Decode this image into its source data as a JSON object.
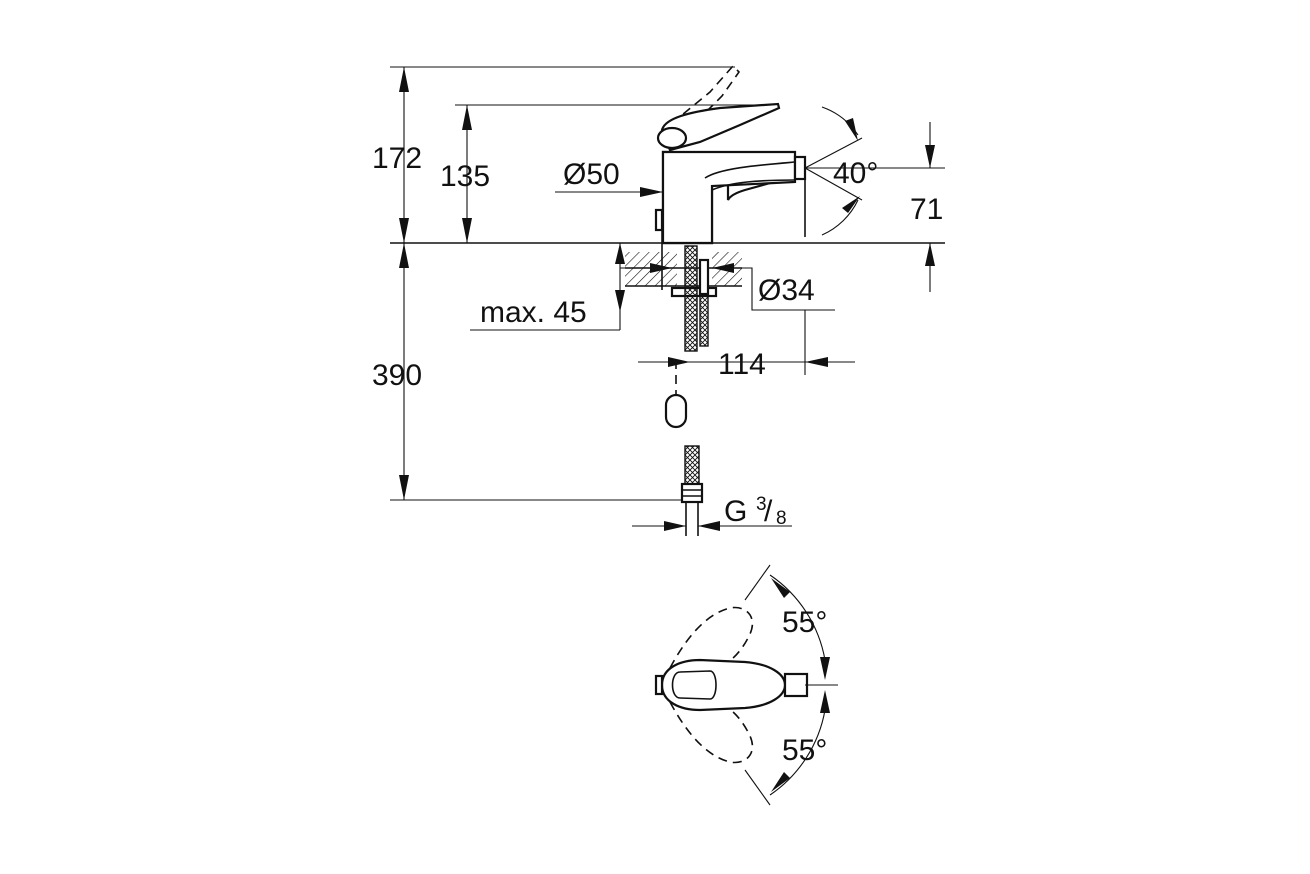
{
  "dimensions": {
    "overall_height": "172",
    "spout_height": "135",
    "body_diameter": "Ø50",
    "rotation_angle": "40°",
    "outlet_height": "71",
    "hole_diameter": "Ø34",
    "max_thickness": "max. 45",
    "spout_reach": "114",
    "hose_length": "390",
    "connection_thread_main": "G",
    "connection_thread_num": "3",
    "connection_thread_den": "8",
    "lever_angle_top": "55°",
    "lever_angle_bottom": "55°"
  },
  "colors": {
    "line": "#111111",
    "background": "#ffffff"
  }
}
